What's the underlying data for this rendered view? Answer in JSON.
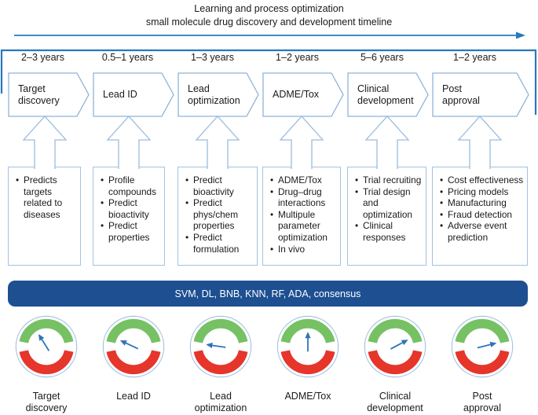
{
  "title": {
    "line1": "Learning and process optimization",
    "line2": "small molecule drug discovery and development timeline"
  },
  "stages": [
    {
      "duration": "2–3 years",
      "name": "Target\ndiscovery",
      "bullets": [
        "Predicts targets related to diseases"
      ],
      "gauge": {
        "label": "Target\ndiscovery",
        "needle_angle_deg": 122
      }
    },
    {
      "duration": "0.5–1 years",
      "name": "Lead ID",
      "bullets": [
        "Profile compounds",
        "Predict bioactivity",
        "Predict properties"
      ],
      "gauge": {
        "label": "Lead ID",
        "needle_angle_deg": 155
      }
    },
    {
      "duration": "1–3 years",
      "name": "Lead\noptimization",
      "bullets": [
        "Predict bioactivity",
        "Predict phys/chem properties",
        "Predict formulation"
      ],
      "gauge": {
        "label": "Lead\noptimization",
        "needle_angle_deg": 172
      }
    },
    {
      "duration": "1–2 years",
      "name": "ADME/Tox",
      "bullets": [
        "ADME/Tox",
        "Drug–drug interactions",
        "Multipule parameter optimization",
        "In vivo"
      ],
      "gauge": {
        "label": "ADME/Tox",
        "needle_angle_deg": 90
      }
    },
    {
      "duration": "5–6 years",
      "name": "Clinical\ndevelopment",
      "bullets": [
        "Trial recruiting",
        "Trial design and optimization",
        "Clinical responses"
      ],
      "gauge": {
        "label": "Clinical\ndevelopment",
        "needle_angle_deg": 28
      }
    },
    {
      "duration": "1–2 years",
      "name": "Post\napproval",
      "bullets": [
        "Cost effectiveness",
        "Pricing models",
        "Manufacturing",
        "Fraud detection",
        "Adverse event prediction"
      ],
      "gauge": {
        "label": "Post\napproval",
        "needle_angle_deg": 14
      }
    }
  ],
  "banner": {
    "text": "SVM, DL, BNB, KNN, RF, ADA, consensus",
    "bg": "#1d4f91"
  },
  "colors": {
    "accent_blue": "#2879bd",
    "light_blue_border": "#a3c2e0",
    "chevron_border": "#8fb3d8",
    "gauge_green": "#76c163",
    "gauge_red": "#e6352b",
    "needle_blue": "#2e75b6",
    "banner_blue": "#1d4f91"
  }
}
